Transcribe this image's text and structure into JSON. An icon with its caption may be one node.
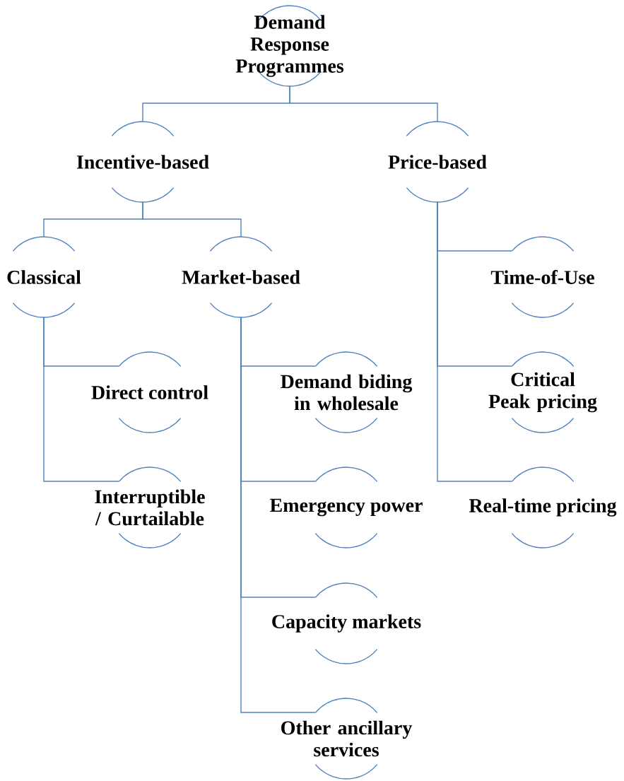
{
  "diagram": {
    "nodes": [
      {
        "text": [
          "Demand Response Programmes"
        ]
      },
      {
        "text": [
          "Incentive-based"
        ]
      },
      {
        "text": [
          "Price-based"
        ]
      },
      {
        "text": [
          "Classical"
        ]
      },
      {
        "text": [
          "Market-based"
        ]
      },
      {
        "text": [
          "Direct control"
        ]
      },
      {
        "text": [
          "Interruptible / Curtailable"
        ]
      },
      {
        "text": [
          "Demand biding in wholesale"
        ]
      },
      {
        "text": [
          "Emergency power"
        ]
      },
      {
        "text": [
          "Capacity markets"
        ]
      },
      {
        "text": [
          "Other ancillary services"
        ]
      },
      {
        "text": [
          "Time-of-Use"
        ]
      },
      {
        "text": [
          "Critical Peak pricing"
        ]
      },
      {
        "text": [
          "Real-time pricing"
        ]
      }
    ],
    "edges": [
      {
        "from": 0,
        "to": 1,
        "arrow": "none"
      },
      {
        "from": 0,
        "to": 2,
        "arrow": "none"
      },
      {
        "from": 1,
        "to": 3,
        "arrow": "none"
      },
      {
        "from": 1,
        "to": 4,
        "arrow": "none"
      },
      {
        "from": 3,
        "to": 5,
        "arrow": "none"
      },
      {
        "from": 3,
        "to": 6,
        "arrow": "none"
      },
      {
        "from": 4,
        "to": 7,
        "arrow": "none"
      },
      {
        "from": 4,
        "to": 8,
        "arrow": "none"
      },
      {
        "from": 4,
        "to": 9,
        "arrow": "none"
      },
      {
        "from": 4,
        "to": 10,
        "arrow": "none"
      },
      {
        "from": 2,
        "to": 11,
        "arrow": "none"
      },
      {
        "from": 2,
        "to": 12,
        "arrow": "none"
      },
      {
        "from": 2,
        "to": 13,
        "arrow": "none"
      }
    ]
  }
}
